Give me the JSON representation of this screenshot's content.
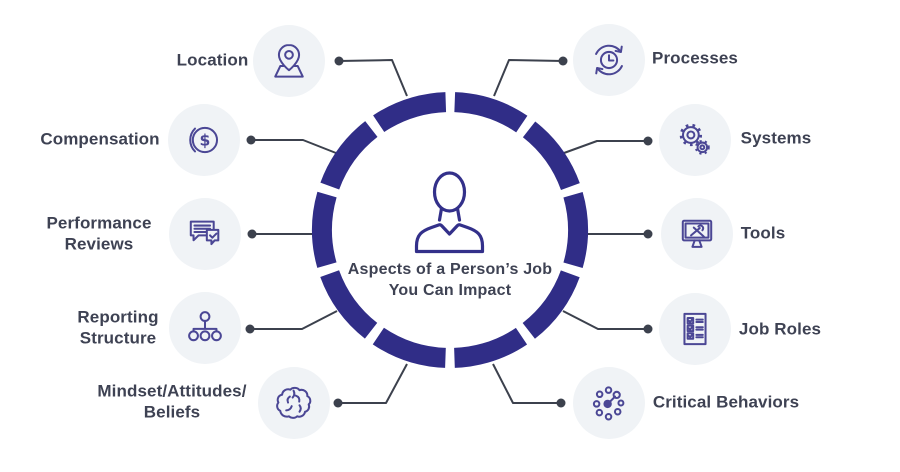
{
  "center": {
    "title": "Aspects of a Person’s Job\nYou Can Impact",
    "icon": "person-icon"
  },
  "nodes": [
    {
      "id": "location",
      "label": "Location",
      "icon": "location-pin-icon",
      "side": "left"
    },
    {
      "id": "compensation",
      "label": "Compensation",
      "icon": "dollar-coin-icon",
      "side": "left"
    },
    {
      "id": "performance-reviews",
      "label": "Performance\nReviews",
      "icon": "chat-bubbles-icon",
      "side": "left"
    },
    {
      "id": "reporting-structure",
      "label": "Reporting\nStructure",
      "icon": "org-chart-icon",
      "side": "left"
    },
    {
      "id": "mindset",
      "label": "Mindset/Attitudes/\nBeliefs",
      "icon": "brain-icon",
      "side": "left"
    },
    {
      "id": "processes",
      "label": "Processes",
      "icon": "cycle-clock-icon",
      "side": "right"
    },
    {
      "id": "systems",
      "label": "Systems",
      "icon": "gears-icon",
      "side": "right"
    },
    {
      "id": "tools",
      "label": "Tools",
      "icon": "monitor-tools-icon",
      "side": "right"
    },
    {
      "id": "job-roles",
      "label": "Job Roles",
      "icon": "checklist-icon",
      "side": "right"
    },
    {
      "id": "critical-behaviors",
      "label": "Critical Behaviors",
      "icon": "dots-network-icon",
      "side": "right"
    }
  ],
  "ring": {
    "segments": 10,
    "style": "segmented circle"
  },
  "colors": {
    "ring": "#302d87",
    "icon": "#4b4795",
    "person": "#33308a",
    "text": "#3e4253",
    "connector": "#3c414d",
    "bubble": "#f0f3f6",
    "background": "#ffffff"
  }
}
